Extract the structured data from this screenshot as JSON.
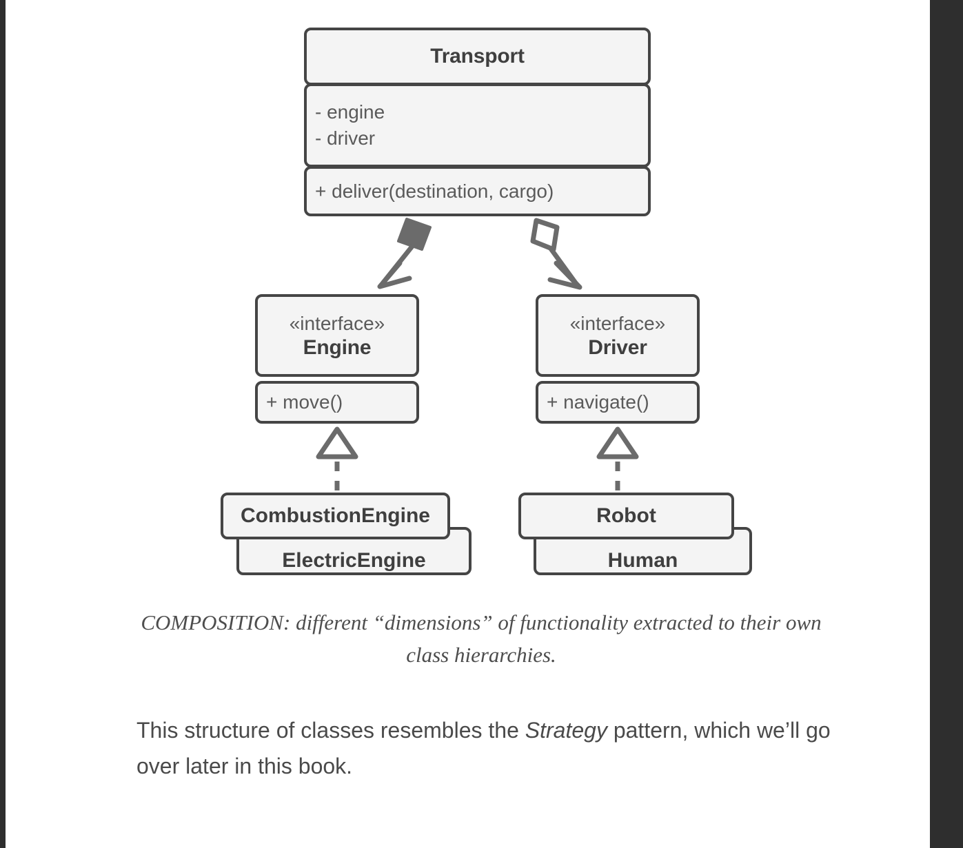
{
  "diagram": {
    "type": "uml-class-diagram",
    "classes": [
      {
        "id": "transport",
        "name": "Transport",
        "attributes": [
          "- engine",
          "- driver"
        ],
        "operations": [
          "+ deliver(destination, cargo)"
        ]
      },
      {
        "id": "engine",
        "stereotype": "«interface»",
        "name": "Engine",
        "operations": [
          "+ move()"
        ]
      },
      {
        "id": "driver",
        "stereotype": "«interface»",
        "name": "Driver",
        "operations": [
          "+ navigate()"
        ]
      },
      {
        "id": "combustionengine",
        "name": "CombustionEngine"
      },
      {
        "id": "electricengine",
        "name": "ElectricEngine"
      },
      {
        "id": "robot",
        "name": "Robot"
      },
      {
        "id": "human",
        "name": "Human"
      }
    ],
    "relationships": [
      {
        "from": "transport",
        "to": "engine",
        "type": "composition",
        "marker": "filled-diamond",
        "line": "solid",
        "arrow": "open-arrow"
      },
      {
        "from": "transport",
        "to": "driver",
        "type": "aggregation",
        "marker": "hollow-diamond",
        "line": "solid",
        "arrow": "open-arrow"
      },
      {
        "from": "combustionengine",
        "to": "engine",
        "type": "realization",
        "marker": "hollow-triangle",
        "line": "dashed"
      },
      {
        "from": "robot",
        "to": "driver",
        "type": "realization",
        "marker": "hollow-triangle",
        "line": "dashed"
      }
    ],
    "colors": {
      "box_fill": "#f4f4f4",
      "box_border": "#454545",
      "text": "#4a4a4a",
      "page_background": "#ffffff",
      "frame": "#2e2e2e"
    }
  },
  "caption": {
    "text": "COMPOSITION: different “dimensions” of functionality extracted to their own class hierarchies."
  },
  "prose": {
    "before_italic": "This structure of classes resembles the ",
    "italic": "Strategy",
    "after_italic": " pattern, which we’ll go over later in this book."
  }
}
